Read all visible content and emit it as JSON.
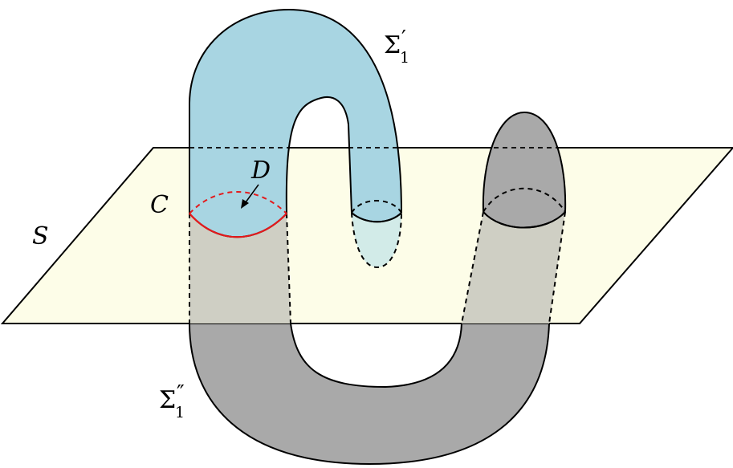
{
  "colors": {
    "plane_fill": "#fdfde8",
    "upper_tube_fill": "#a8d5e2",
    "lower_tube_fill": "#a9a9a9",
    "ghost_tube_fill": "#cfcfc4",
    "curve_C": "#e41a1c",
    "stroke": "#000000"
  },
  "labels": {
    "plane": "S",
    "curve": "C",
    "disk": "D",
    "upper_surface": {
      "base": "Σ",
      "subscript": "1",
      "prime": "′"
    },
    "lower_surface": {
      "base": "Σ",
      "subscript": "1",
      "prime": "″"
    }
  }
}
